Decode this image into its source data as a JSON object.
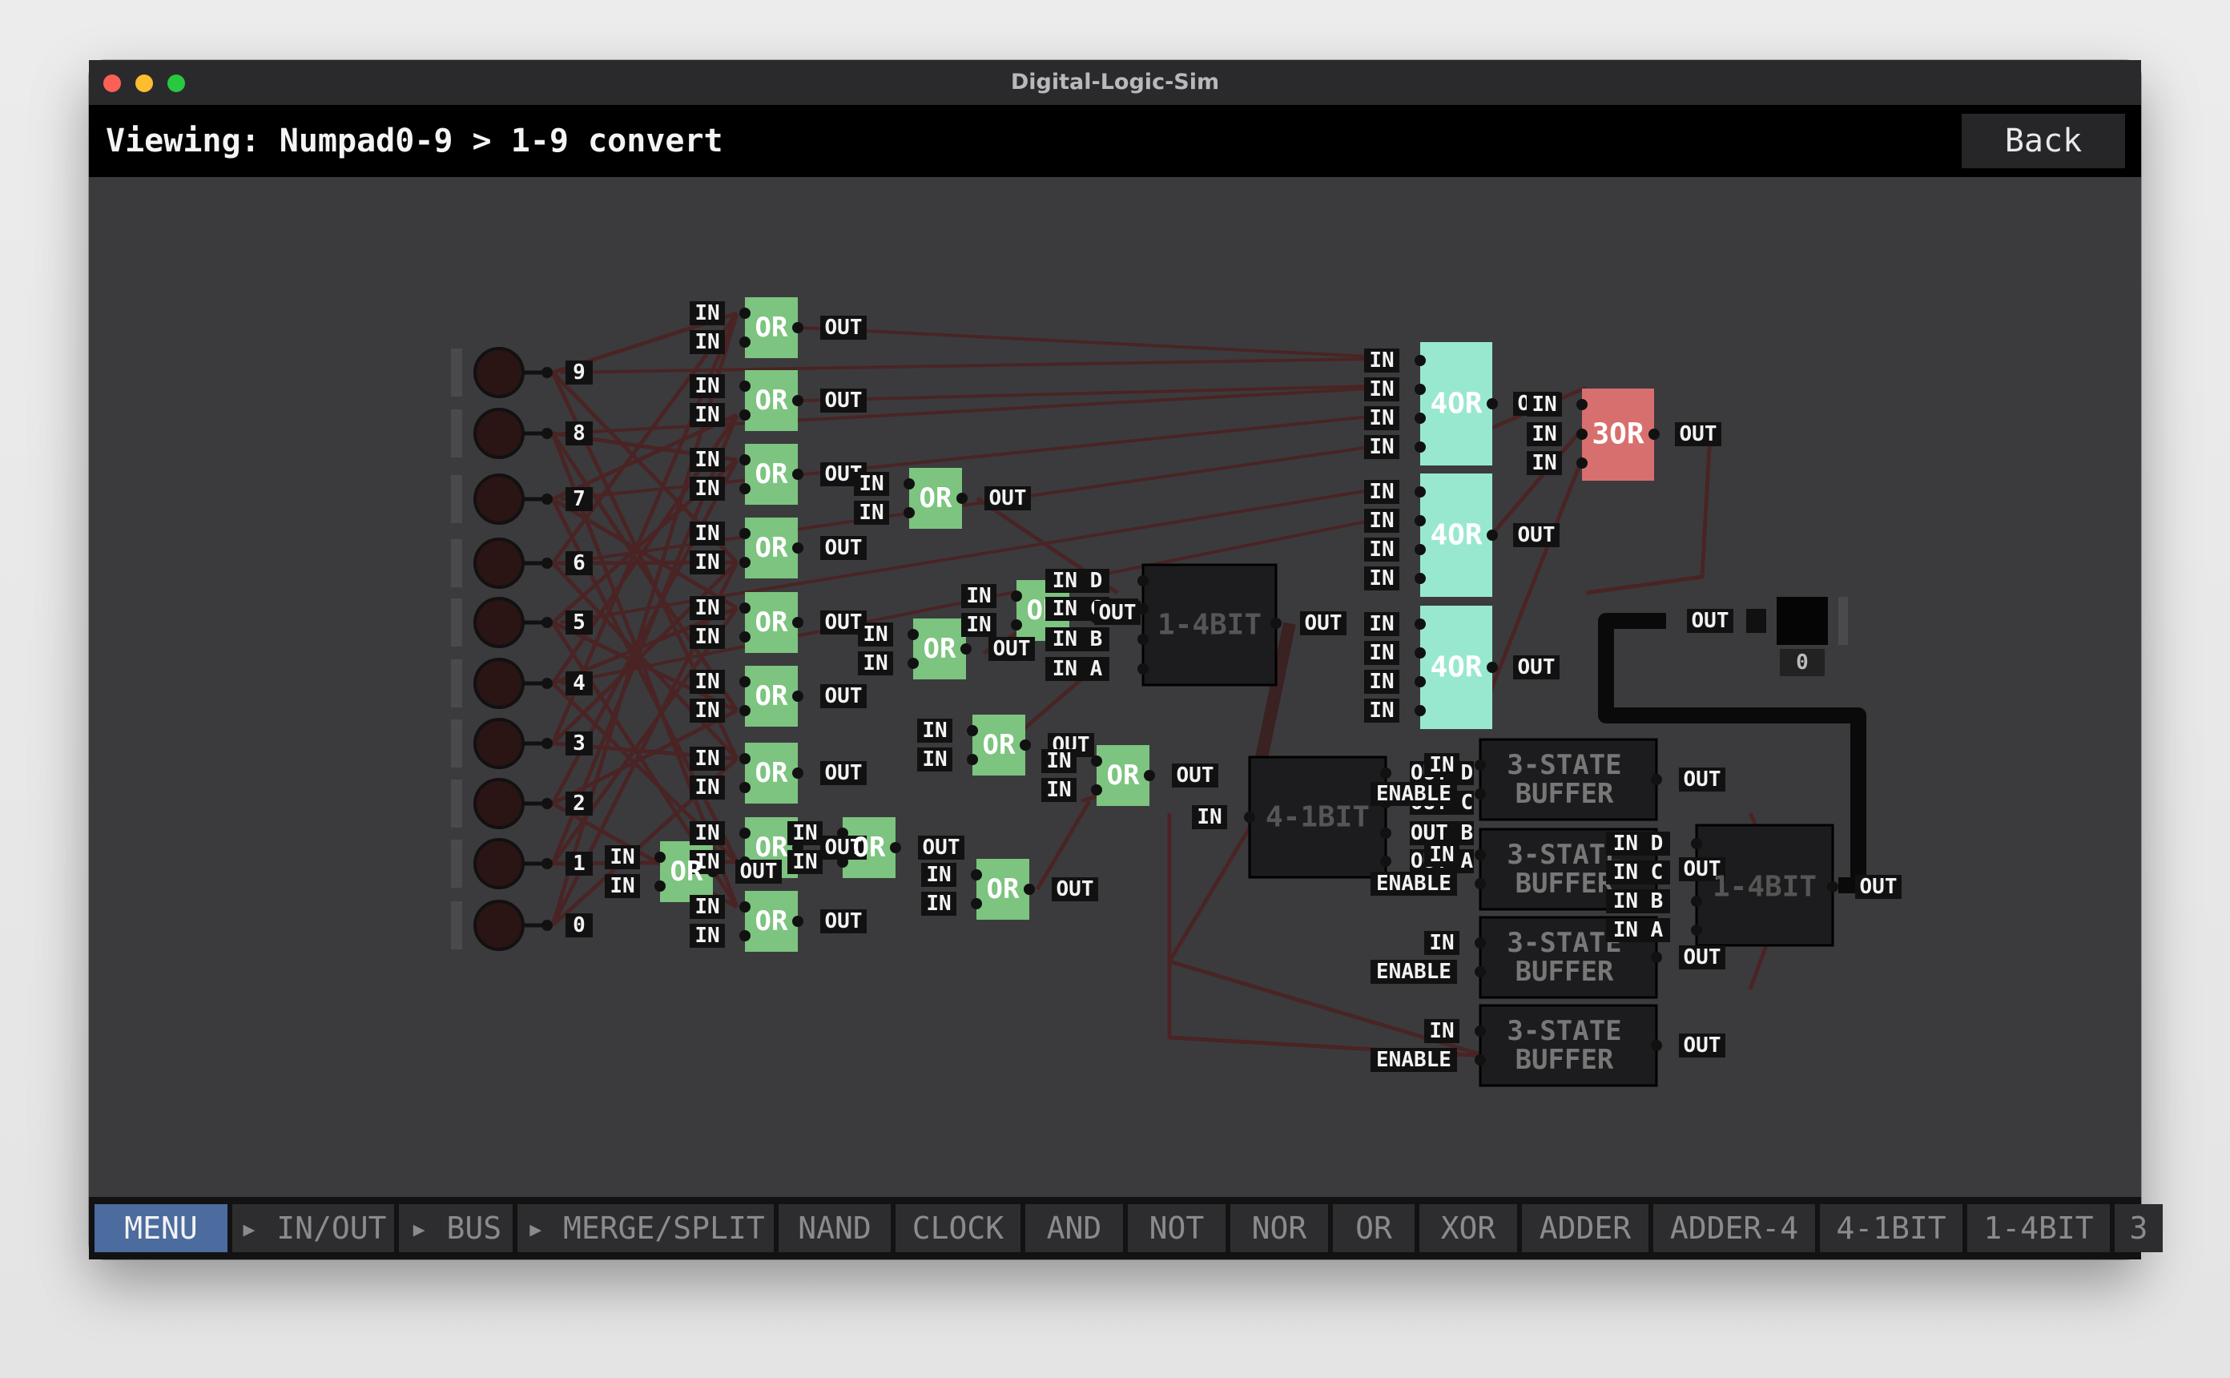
{
  "window_title": "Digital-Logic-Sim",
  "header": {
    "title": "Viewing: Numpad0-9 > 1-9 convert",
    "back_label": "Back"
  },
  "colors": {
    "or_gate": "#7cc47f",
    "four_or_gate": "#98e8cf",
    "three_or_gate": "#d86f6f",
    "dark_chip": "#1c1c1e",
    "wire": "#4a2424",
    "menu_active": "#4c6b9f"
  },
  "inputs": [
    "9",
    "8",
    "7",
    "6",
    "5",
    "4",
    "3",
    "2",
    "1",
    "0"
  ],
  "labels": {
    "in": "IN",
    "out": "OUT",
    "enable": "ENABLE",
    "or": "OR",
    "four_or": "4OR",
    "three_or": "3OR",
    "chip_1_4bit": "1-4BIT",
    "chip_4_1bit": "4-1BIT",
    "buffer": "3-STATE BUFFER",
    "pin_d": "D",
    "pin_c": "C",
    "pin_b": "B",
    "pin_a": "A"
  },
  "output_display": {
    "value": "0",
    "out_label": "OUT"
  },
  "toolbar": [
    {
      "label": "MENU",
      "active": true
    },
    {
      "label": "▸ IN/OUT"
    },
    {
      "label": "▸ BUS"
    },
    {
      "label": "▸ MERGE/SPLIT"
    },
    {
      "label": "NAND"
    },
    {
      "label": "CLOCK"
    },
    {
      "label": "AND"
    },
    {
      "label": "NOT"
    },
    {
      "label": "NOR"
    },
    {
      "label": "OR"
    },
    {
      "label": "XOR"
    },
    {
      "label": "ADDER"
    },
    {
      "label": "ADDER-4"
    },
    {
      "label": "4-1BIT"
    },
    {
      "label": "1-4BIT"
    },
    {
      "label": "3"
    }
  ],
  "icons": {
    "close": "close-dot-icon",
    "minimize": "minimize-dot-icon",
    "zoom": "zoom-dot-icon"
  }
}
